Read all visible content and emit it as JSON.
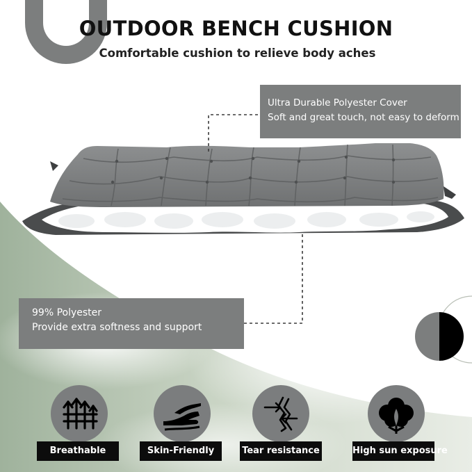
{
  "header": {
    "title": "OUTDOOR BENCH CUSHION",
    "subtitle": "Comfortable cushion to relieve body aches"
  },
  "callouts": {
    "cover": {
      "line1": "Ultra Durable Polyester Cover",
      "line2": "Soft and great touch, not easy to deform"
    },
    "filling": {
      "line1": "99% Polyester",
      "line2": "Provide extra softness and support"
    }
  },
  "features": [
    {
      "label": "Breathable",
      "icon": "breathable-arrows-icon"
    },
    {
      "label": "Skin-Friendly",
      "icon": "hand-touch-icon"
    },
    {
      "label": "Tear resistance",
      "icon": "tear-resistance-icon"
    },
    {
      "label": "High sun exposure",
      "icon": "cotton-flower-icon"
    }
  ],
  "colors": {
    "accent_gray": "#7c7e7e",
    "label_black": "#0c0c0c",
    "cushion_gray": "#808283",
    "filling_white": "#ffffff"
  }
}
